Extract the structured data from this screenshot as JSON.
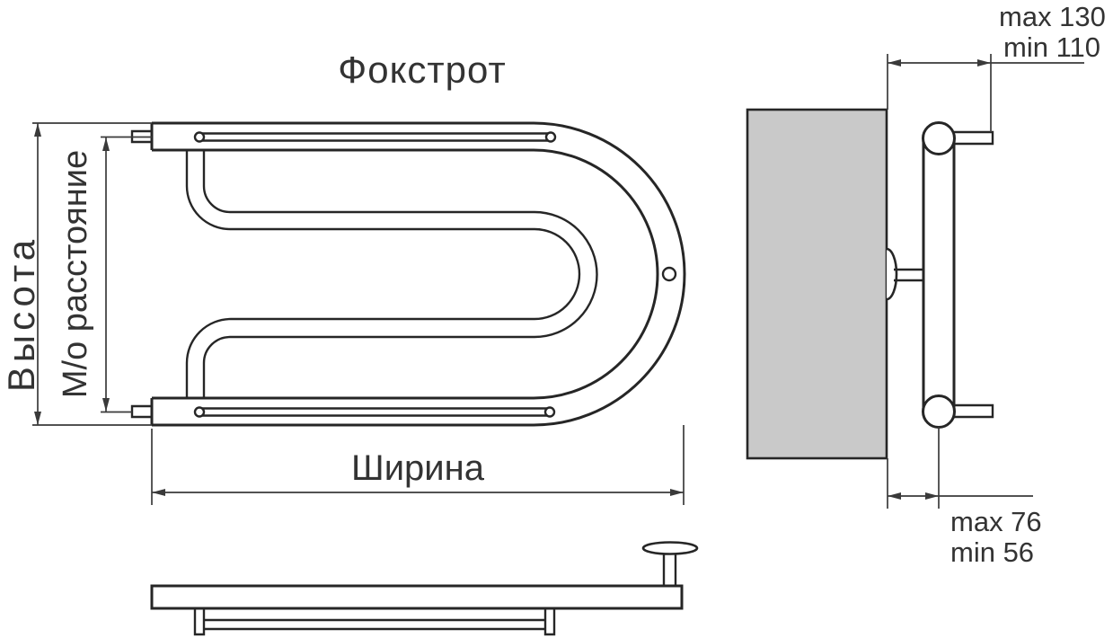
{
  "title": "Фокстрот",
  "front_view": {
    "dim_height_label": "Высота",
    "dim_spacing_label": "М/о расстояние",
    "dim_width_label": "Ширина"
  },
  "side_view": {
    "dim_top_max": "max 130",
    "dim_top_min": "min 110",
    "dim_bottom_max": "max 76",
    "dim_bottom_min": "min 56"
  },
  "colors": {
    "line": "#262626",
    "dim": "#3a3a3a",
    "text": "#333333",
    "wall_fill": "#c9c9c9",
    "background": "#ffffff"
  }
}
